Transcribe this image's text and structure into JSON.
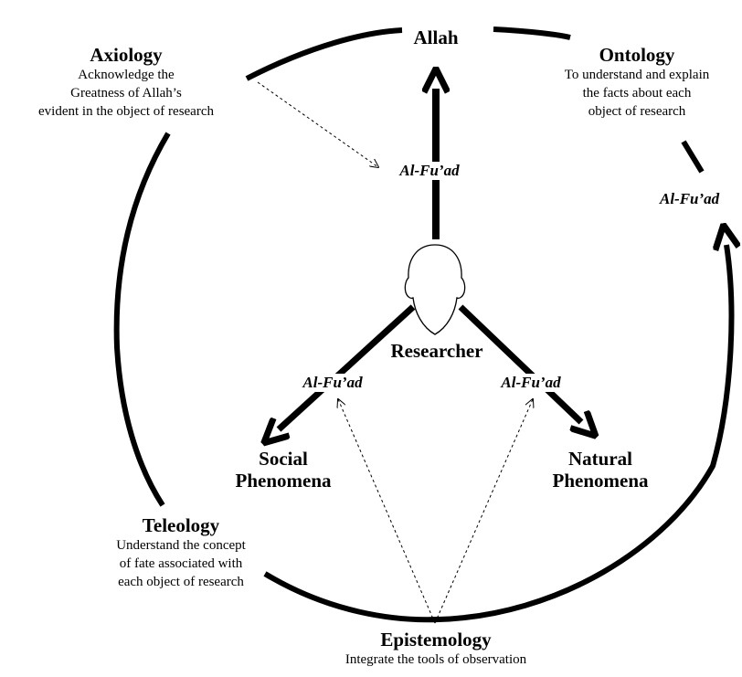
{
  "center": {
    "title": "Allah",
    "subject": "Researcher"
  },
  "mediator": "Al-Fu’ad",
  "branches": {
    "social": {
      "line1": "Social",
      "line2": "Phenomena"
    },
    "natural": {
      "line1": "Natural",
      "line2": "Phenomena"
    }
  },
  "dimensions": {
    "axiology": {
      "title": "Axiology",
      "lines": [
        "Acknowledge the",
        "Greatness of Allah’s",
        "evident in the object of research"
      ]
    },
    "ontology": {
      "title": "Ontology",
      "lines": [
        "To understand and explain",
        "the facts about each",
        "object of research"
      ]
    },
    "teleology": {
      "title": "Teleology",
      "lines": [
        "Understand the concept",
        "of fate associated with",
        "each object of research"
      ]
    },
    "epistemology": {
      "title": "Epistemology",
      "lines": [
        "Integrate the tools of observation"
      ]
    }
  },
  "colors": {
    "ink": "#000000",
    "background": "#ffffff",
    "head_fill": "#ffffff"
  },
  "icons": {
    "researcher": "head-silhouette-icon"
  }
}
